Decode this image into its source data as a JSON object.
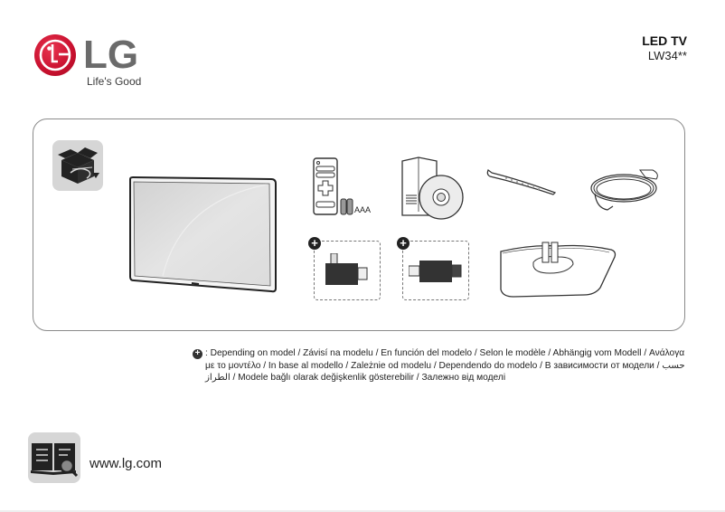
{
  "brand": {
    "logo_text": "LG",
    "logo_symbol": "lg-face-logo",
    "tagline": "Life's Good",
    "brand_color": "#c8102e"
  },
  "header": {
    "title": "LED TV",
    "model": "LW34**"
  },
  "contents": {
    "items": [
      {
        "name": "box-icon",
        "label": ""
      },
      {
        "name": "tv",
        "label": ""
      },
      {
        "name": "remote-control",
        "label": ""
      },
      {
        "name": "batteries",
        "label": "AAA"
      },
      {
        "name": "owners-manual-and-cd",
        "label": ""
      },
      {
        "name": "cable-holder",
        "label": ""
      },
      {
        "name": "power-cord",
        "label": ""
      },
      {
        "name": "angle-adapter",
        "label": "",
        "optional": true
      },
      {
        "name": "straight-adapter",
        "label": "",
        "optional": true
      },
      {
        "name": "stand",
        "label": ""
      }
    ],
    "optional_marker": "+"
  },
  "note": {
    "marker": "+",
    "text": ": Depending on model / Závisí na modelu / En función del modelo / Selon le modèle / Abhängig vom Modell / Ανάλογα με το μοντέλο / In base al modello / Zależnie od modelu / Dependendo do modelo / В зависимости от модели / حسب الطراز / Modele bağlı olarak değişkenlik gösterebilir / Залежно від моделі"
  },
  "footer": {
    "website": "www.lg.com",
    "icon": "manual-search-icon"
  }
}
